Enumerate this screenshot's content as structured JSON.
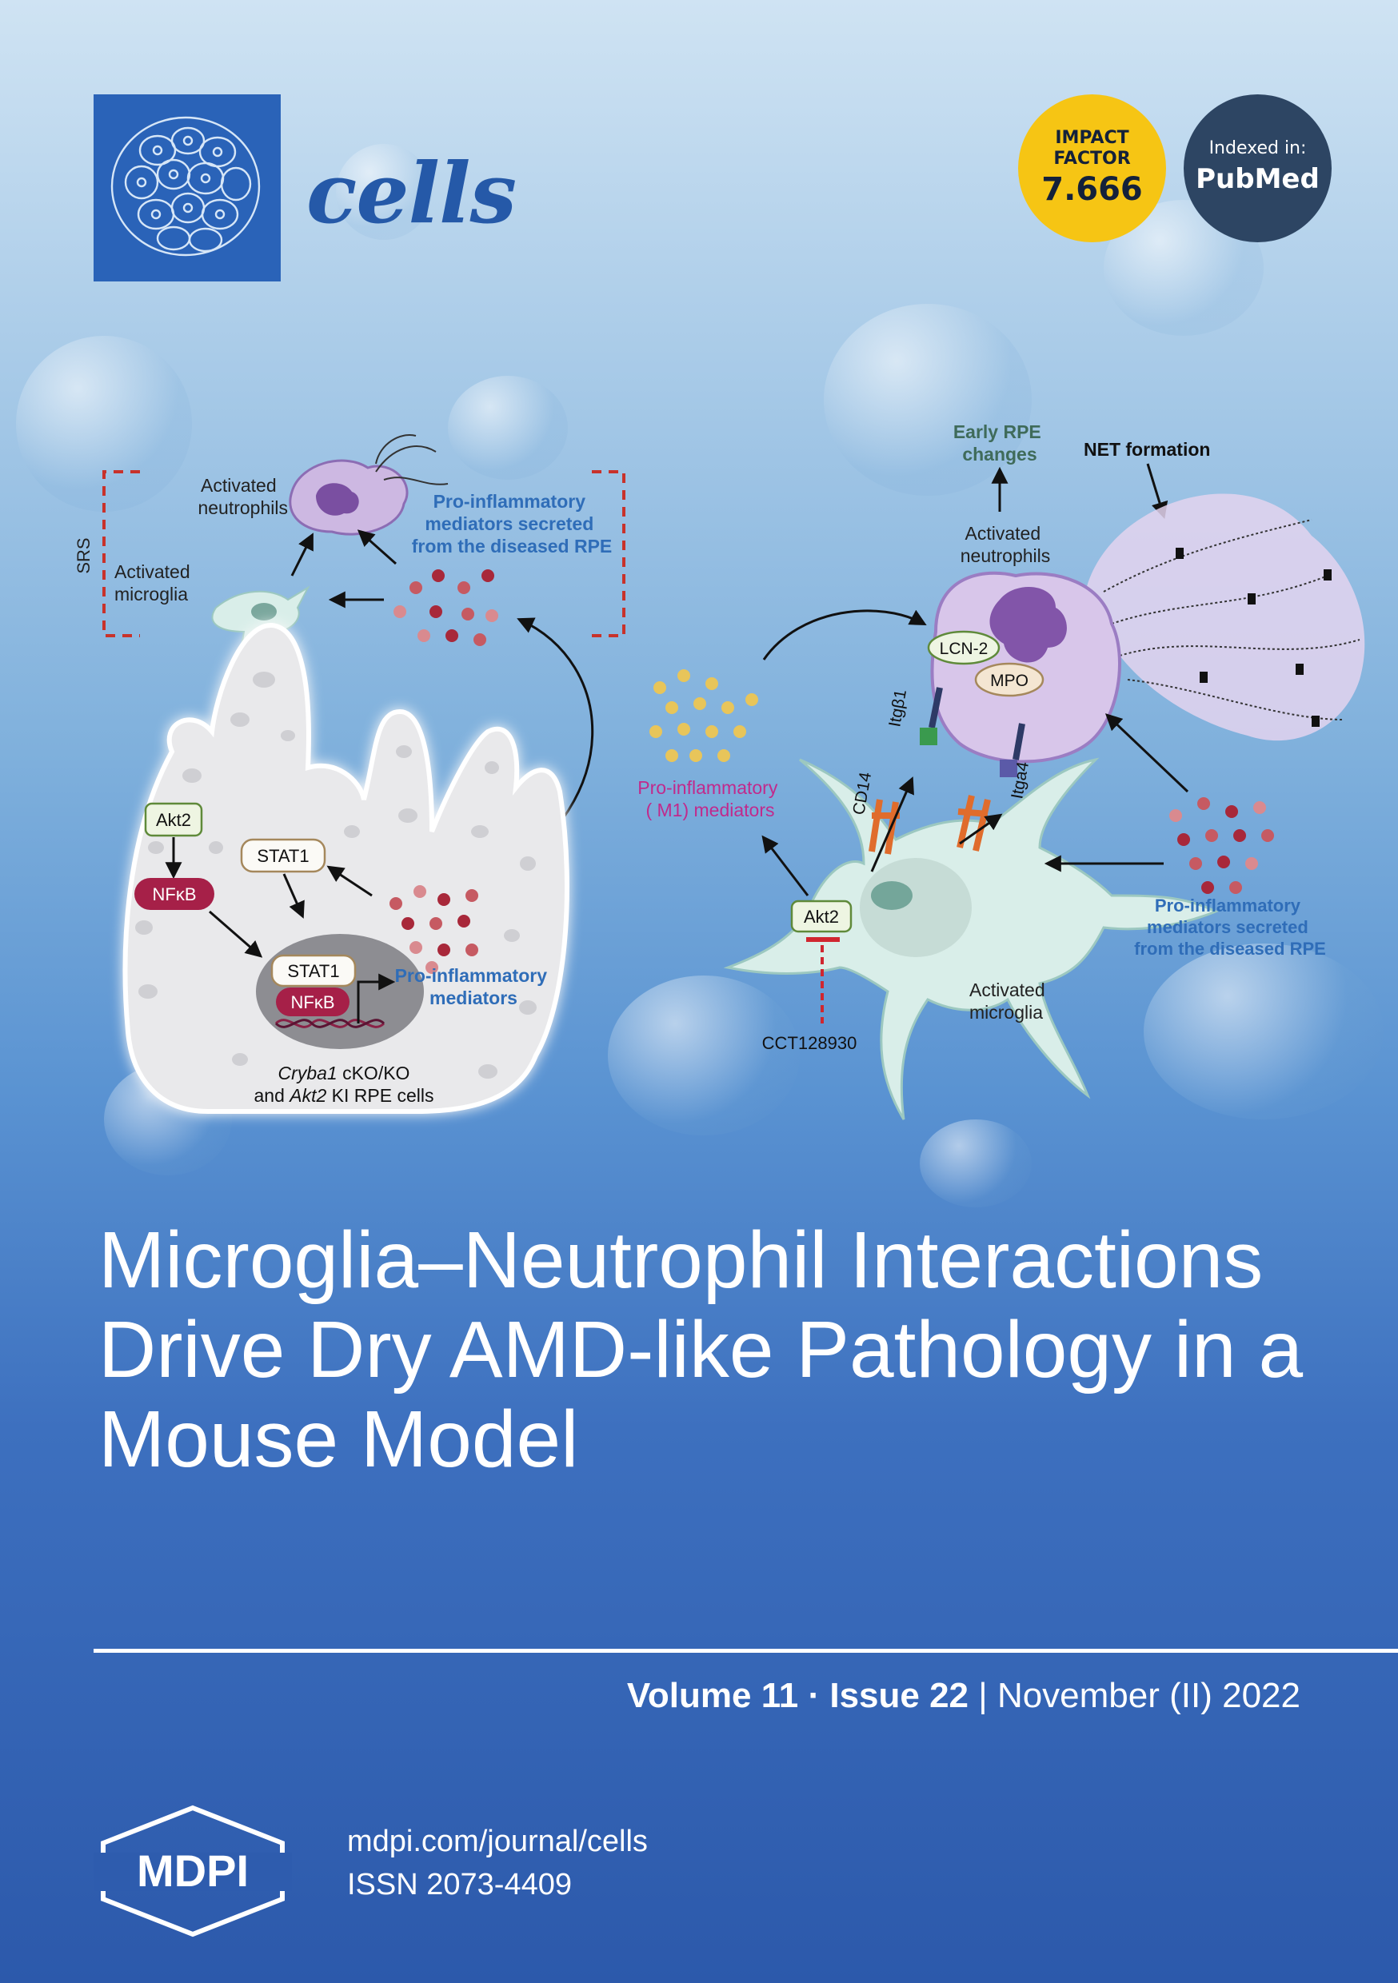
{
  "journal": {
    "name": "cells",
    "brand_color": "#2a63b8"
  },
  "badges": {
    "impact": {
      "line1": "IMPACT",
      "line2": "FACTOR",
      "value": "7.666",
      "color": "#f6c514"
    },
    "indexed": {
      "line1": "Indexed in:",
      "value": "PubMed",
      "color": "#2d4563"
    }
  },
  "figure": {
    "left": {
      "srs": "SRS",
      "activated_neutrophils": [
        "Activated",
        "neutrophils"
      ],
      "activated_microglia": [
        "Activated",
        "microglia"
      ],
      "mediators_secreted": [
        "Pro-inflammatory",
        "mediators secreted",
        "from the diseased RPE"
      ],
      "akt2": "Akt2",
      "nfkb": "NFκB",
      "stat1": "STAT1",
      "nucleus_stat1": "STAT1",
      "nucleus_nfkb": "NFκB",
      "pro_inflammatory": [
        "Pro-inflammatory",
        "mediators"
      ],
      "cell_caption_1": [
        "Cryba1",
        " cKO/KO"
      ],
      "cell_caption_2": [
        "and ",
        "Akt2",
        " KI RPE cells"
      ]
    },
    "right": {
      "early_rpe": [
        "Early RPE",
        "changes"
      ],
      "net_formation": "NET formation",
      "activated_neutrophils": [
        "Activated",
        "neutrophils"
      ],
      "lcn2": "LCN-2",
      "mpo": "MPO",
      "itgb1": "Itgβ1",
      "itga4": "Itga4",
      "cd14": "CD14",
      "m1_mediators": [
        "Pro-inflammatory",
        "( M1) mediators"
      ],
      "akt2": "Akt2",
      "inhibitor": "CCT128930",
      "activated_microglia": [
        "Activated",
        "microglia"
      ],
      "mediators_secreted": [
        "Pro-inflammatory",
        "mediators secreted",
        "from the diseased RPE"
      ]
    }
  },
  "title": "Microglia–Neutrophil Interactions Drive Dry AMD-like Pathology in a Mouse Model",
  "issue": {
    "volume": "Volume 11",
    "separator": "·",
    "issue": "Issue 22",
    "bar": "|",
    "date": "November (II) 2022"
  },
  "publisher": {
    "logo_text": "MDPI",
    "url": "mdpi.com/journal/cells",
    "issn": "ISSN 2073-4409"
  }
}
